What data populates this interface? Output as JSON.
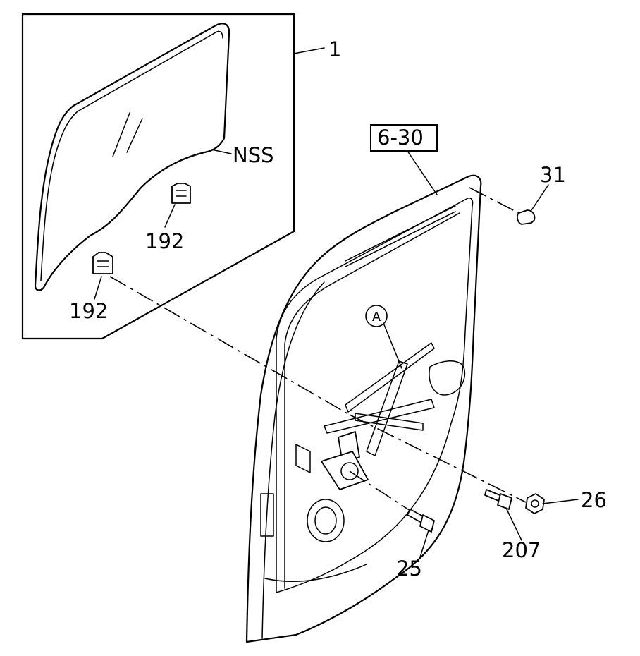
{
  "labels": {
    "glass_part": "1",
    "glass_note": "NSS",
    "clip_upper": "192",
    "clip_lower": "192",
    "door_ref": "6-30",
    "bumper": "31",
    "callout": "A",
    "nut": "26",
    "bolt_long": "207",
    "bolt_short": "25"
  }
}
